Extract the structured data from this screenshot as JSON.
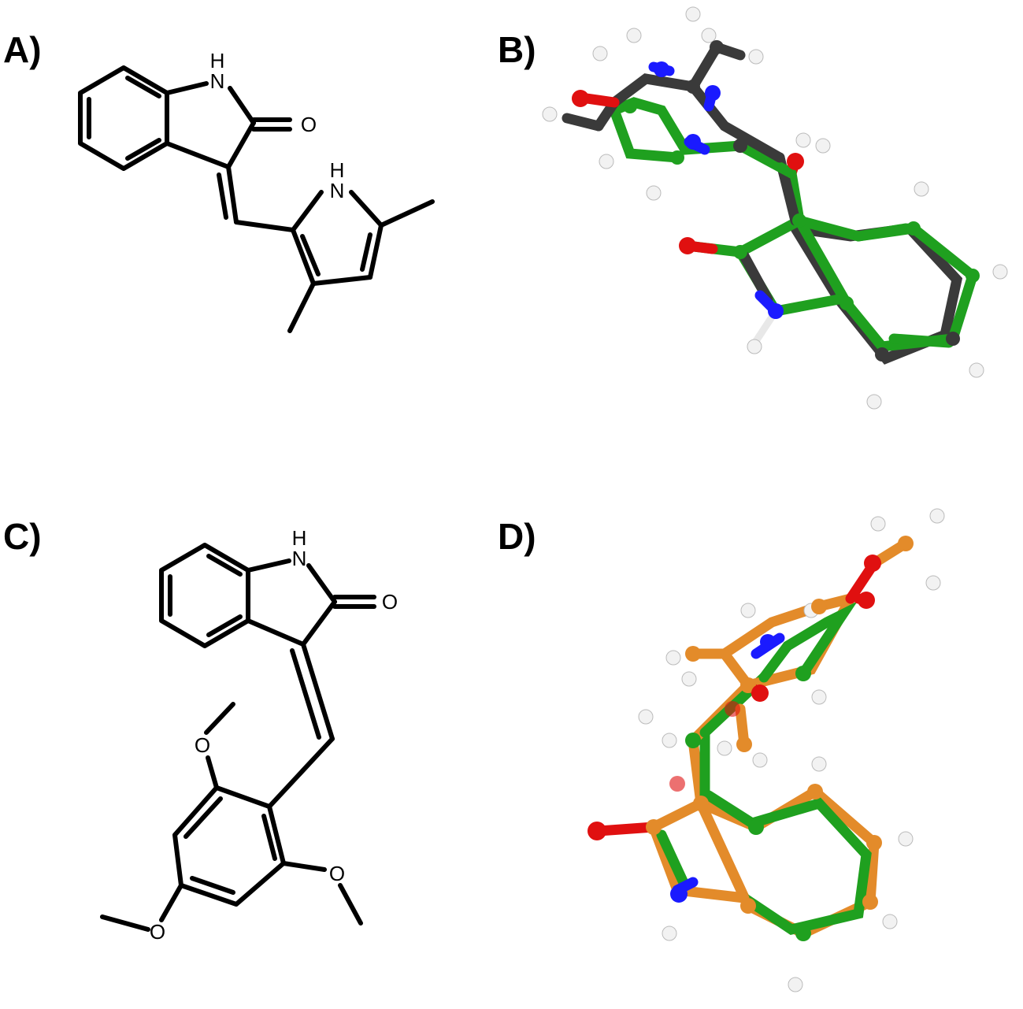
{
  "panels": {
    "a": {
      "label": "A)"
    },
    "b": {
      "label": "B)"
    },
    "c": {
      "label": "C)"
    },
    "d": {
      "label": "D)"
    }
  },
  "structure_a": {
    "atoms": {
      "nh_top": "H",
      "n_top": "N",
      "o_carbonyl": "O",
      "nh_pyrrole_h": "H",
      "nh_pyrrole_n": "N"
    }
  },
  "structure_c": {
    "atoms": {
      "nh_top": "H",
      "n_top": "N",
      "o_carbonyl": "O",
      "o_methoxy_top": "O",
      "o_methoxy_right": "O",
      "o_methoxy_left": "O"
    }
  },
  "colors": {
    "carbon_green": "#1fa01f",
    "carbon_dark": "#333333",
    "carbon_orange": "#e38b2a",
    "nitrogen": "#1a1aff",
    "oxygen": "#e01010",
    "hydrogen": "#f2f2f2"
  }
}
